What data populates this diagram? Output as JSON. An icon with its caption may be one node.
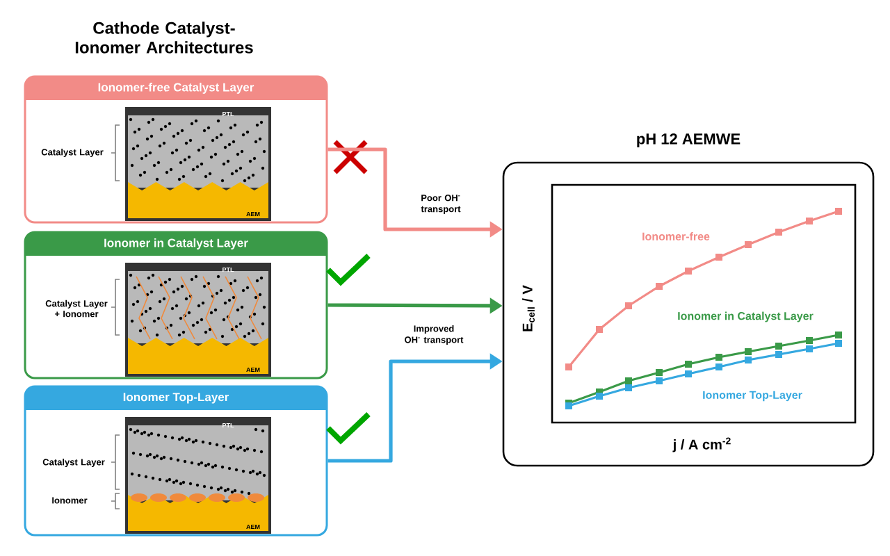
{
  "diagram": {
    "title": "Cathode Catalyst-Ionomer Architectures",
    "nodes": [
      {
        "text": [
          "Ionomer-free Catalyst Layer"
        ]
      },
      {
        "text": [
          "Ionomer in Catalyst Layer"
        ]
      },
      {
        "text": [
          "Ionomer Top-Layer"
        ]
      },
      {
        "text": [
          "pH 12 AEMWE"
        ]
      }
    ],
    "edges": [
      {
        "from": 0,
        "to": 3,
        "arrow": "to",
        "label": "Poor OH$^{-}$ transport",
        "color": "#f28b87"
      },
      {
        "from": 1,
        "to": 3,
        "arrow": "to",
        "color": "#3a9a48"
      },
      {
        "from": 2,
        "to": 3,
        "arrow": "to",
        "label": "Improved OH$^{-}$ transport",
        "color": "#35a8e0"
      }
    ],
    "labels": [
      "Catalyst Layer",
      "PTL",
      "AEM",
      "Catalyst Layer + Ionomer",
      "PTL",
      "AEM",
      "Catalyst Layer",
      "Ionomer",
      "PTL",
      "AEM",
      "Ionomer-free",
      "Ionomer in Catalyst Layer",
      "Ionomer Top-Layer",
      "E$_{cell}$ / V",
      "j / A cm$^{-2}$"
    ]
  }
}
